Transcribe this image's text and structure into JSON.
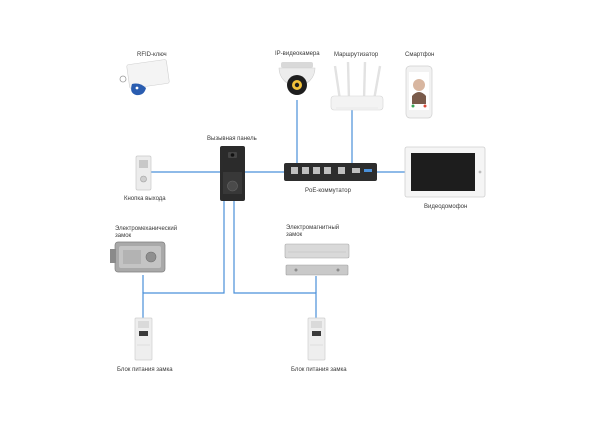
{
  "labels": {
    "rfid_key": "RFID-ключ",
    "ip_camera": "IP-видеокамера",
    "router": "Маршрутизатор",
    "smartphone": "Смартфон",
    "call_panel": "Вызывная панель",
    "exit_button": "Кнопка выхода",
    "poe_switch": "PoE-коммутатор",
    "video_intercom": "Видеодомофон",
    "electromech_lock": "Электромеханический замок",
    "electromag_lock": "Электромагнитный замок",
    "psu_left": "Блок питания замка",
    "psu_right": "Блок питания замка"
  },
  "colors": {
    "cable": "#4a90d9",
    "device_dark": "#2b2b2b",
    "device_light": "#e9e9e9",
    "metal": "#b9b9b9",
    "rfid_blue": "#2a5db0"
  }
}
